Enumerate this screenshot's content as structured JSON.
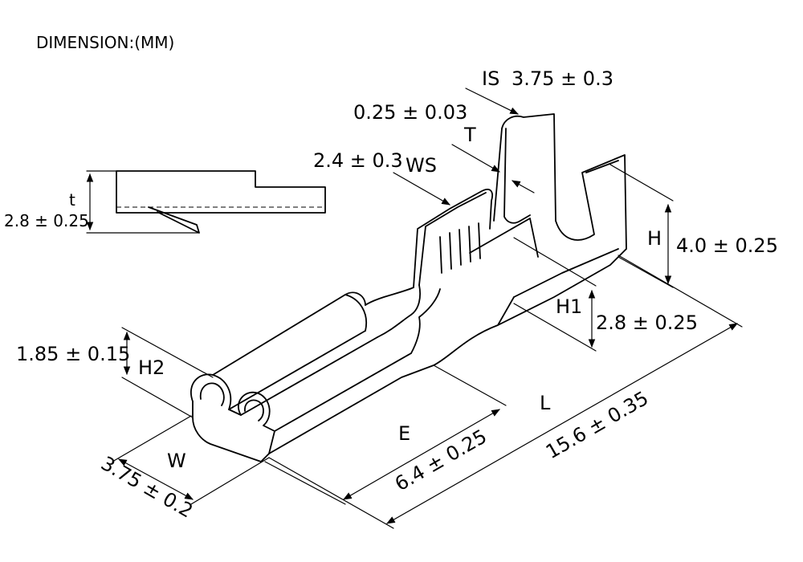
{
  "title": "DIMENSION:(MM)",
  "dimensions": {
    "is": {
      "letter": "IS",
      "value": "3.75 ± 0.3"
    },
    "t_thickness": {
      "value": "0.25 ± 0.03",
      "letter": "T"
    },
    "ws": {
      "value": "2.4 ± 0.3",
      "letter": "WS"
    },
    "h": {
      "letter": "H",
      "value": "4.0 ± 0.25"
    },
    "h1": {
      "letter": "H1",
      "value": "2.8 ± 0.25"
    },
    "h2": {
      "letter": "H2",
      "value": "1.85 ± 0.15"
    },
    "e": {
      "letter": "E",
      "value": "6.4 ± 0.25"
    },
    "l": {
      "letter": "L",
      "value": "15.6 ± 0.35"
    },
    "w": {
      "letter": "W",
      "value": "3.75 ± 0.2"
    },
    "side_t": {
      "letter": "t",
      "value": "2.8 ± 0.25"
    }
  }
}
